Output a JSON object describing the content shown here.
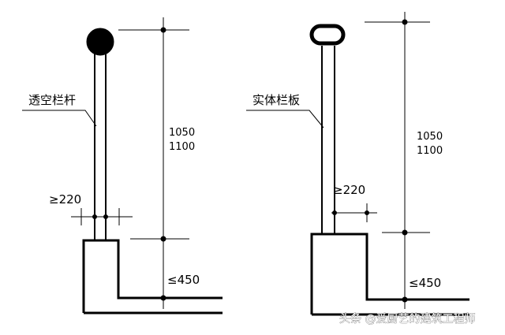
{
  "left": {
    "label": "透空栏杆",
    "height_line1": "1050",
    "height_line2": "1100",
    "min_gap": "≥220",
    "max_height": "≤450"
  },
  "right": {
    "label": "实体栏板",
    "height_line1": "1050",
    "height_line2": "1100",
    "min_gap": "≥220",
    "max_height": "≤450"
  },
  "watermark": "头条 @爱厨艺的建筑工程师",
  "colors": {
    "line": "#000000",
    "background": "#ffffff",
    "watermark": "#ffffff"
  }
}
